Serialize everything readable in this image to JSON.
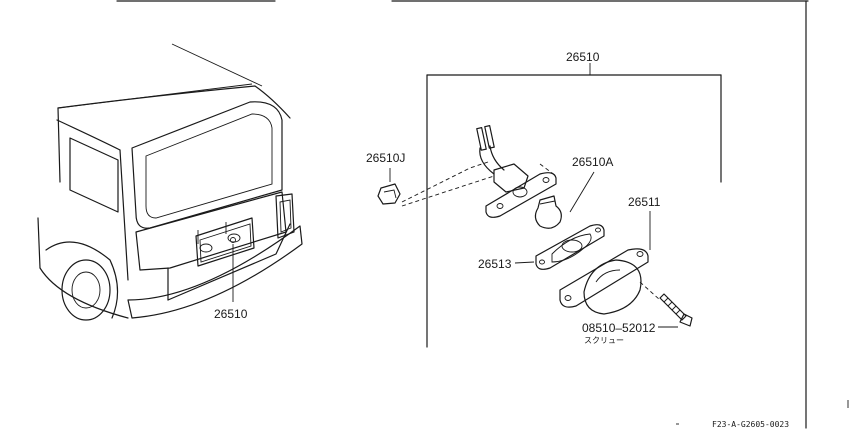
{
  "labels": {
    "assembly": "26510",
    "clip": "26510J",
    "bulb": "26510A",
    "lens": "26511",
    "gasket": "26513",
    "screw_part": "08510–52012",
    "screw_name": "スクリュー",
    "vehicle_callout": "26510",
    "diagram_code": "F23-A-G2605-0023"
  },
  "colors": {
    "ink": "#1a1a1a",
    "paper": "#ffffff"
  }
}
